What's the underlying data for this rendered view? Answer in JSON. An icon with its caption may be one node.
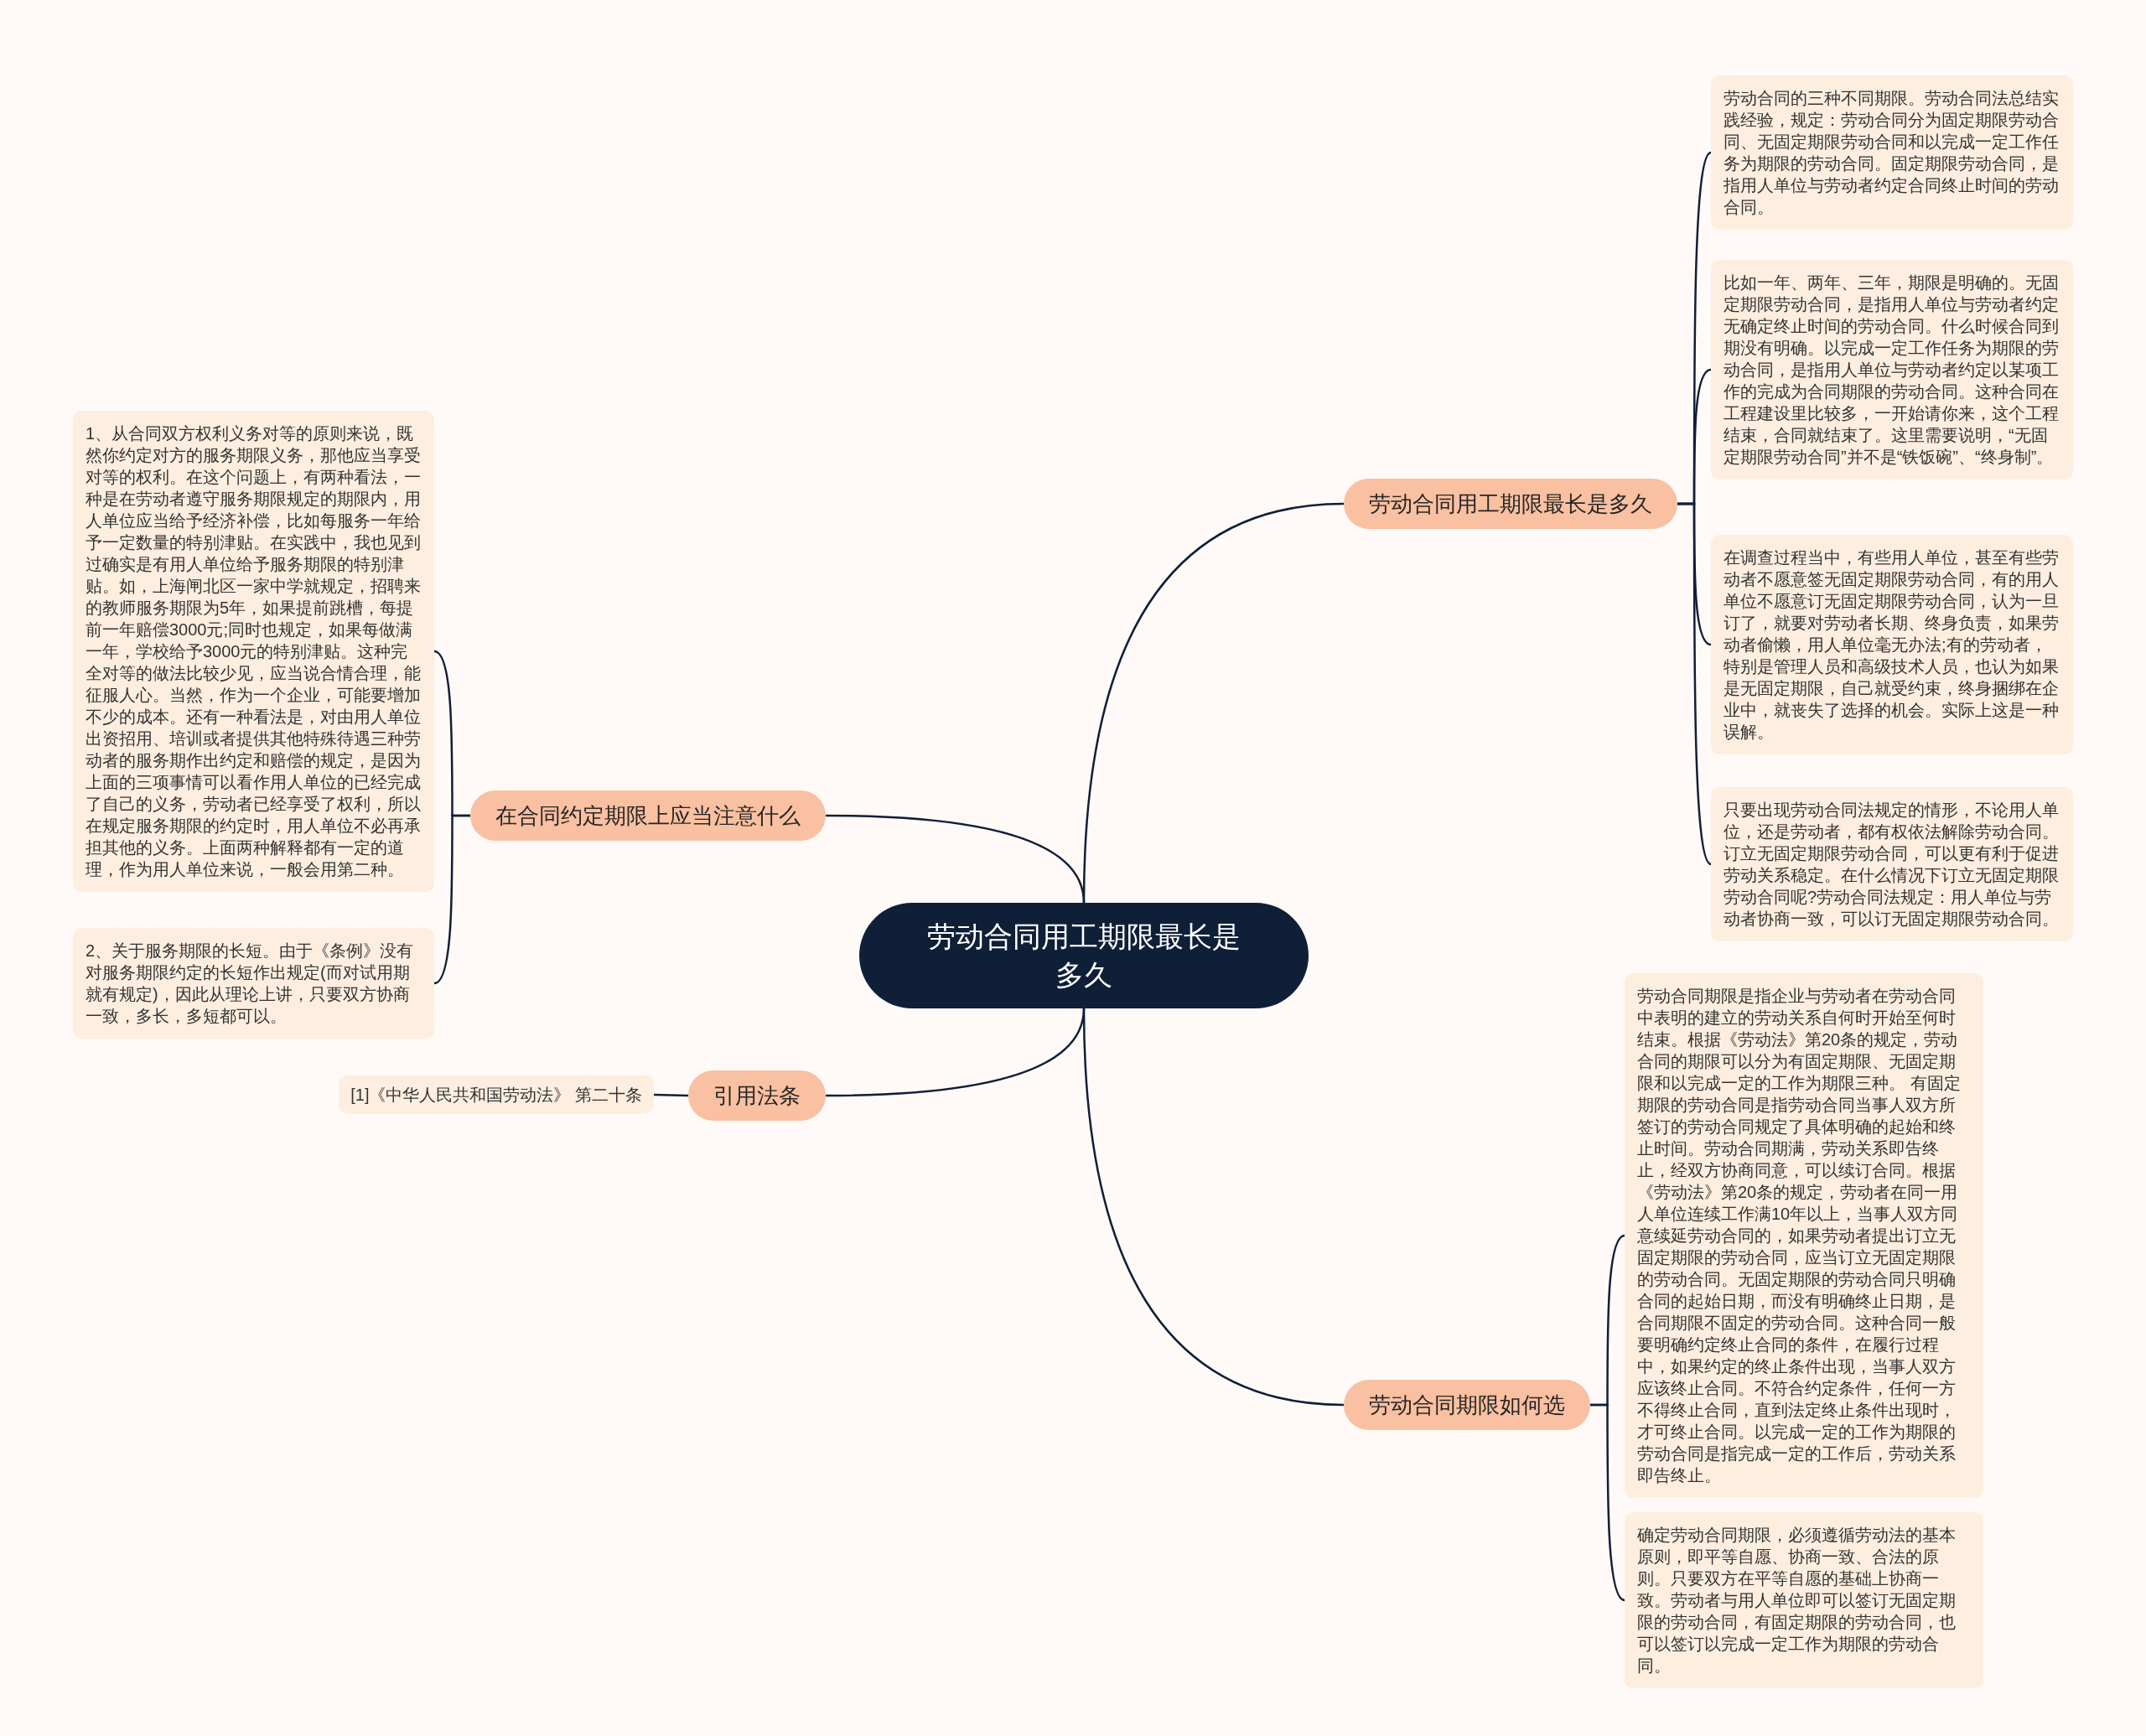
{
  "diagram": {
    "nodes": [
      {
        "text": [
          "劳动合同用工期限最长是多久"
        ]
      },
      {
        "text": [
          "劳动合同用工期限最长是多久"
        ]
      },
      {
        "text": [
          "劳动合同的三种不同期限。劳动合同法总结实践经验，规定：劳动合同分为固定期限劳动合同、无固定期限劳动合同和以完成一定工作任务为期限的劳动合同。固定期限劳动合同，是指用人单位与劳动者约定合同终止时间的劳动合同。"
        ]
      },
      {
        "text": [
          "比如一年、两年、三年，期限是明确的。无固定期限劳动合同，是指用人单位与劳动者约定无确定终止时间的劳动合同。什么时候合同到期没有明确。以完成一定工作任务为期限的劳动合同，是指用人单位与劳动者约定以某项工作的完成为合同期限的劳动合同。这种合同在工程建设里比较多，一开始请你来，这个工程结束，合同就结束了。这里需要说明，“无固定期限劳动合同”并不是“铁饭碗”、“终身制”。"
        ]
      },
      {
        "text": [
          "在调查过程当中，有些用人单位，甚至有些劳动者不愿意签无固定期限劳动合同，有的用人单位不愿意订无固定期限劳动合同，认为一旦订了，就要对劳动者长期、终身负责，如果劳动者偷懒，用人单位毫无办法;有的劳动者，特别是管理人员和高级技术人员，也认为如果是无固定期限，自己就受约束，终身捆绑在企业中，就丧失了选择的机会。实际上这是一种误解。"
        ]
      },
      {
        "text": [
          "只要出现劳动合同法规定的情形，不论用人单位，还是劳动者，都有权依法解除劳动合同。订立无固定期限劳动合同，可以更有利于促进劳动关系稳定。在什么情况下订立无固定期限劳动合同呢?劳动合同法规定：用人单位与劳动者协商一致，可以订无固定期限劳动合同。"
        ]
      },
      {
        "text": [
          "在合同约定期限上应当注意什么"
        ]
      },
      {
        "text": [
          "1、从合同双方权利义务对等的原则来说，既然你约定对方的服务期限义务，那他应当享受对等的权利。在这个问题上，有两种看法，一种是在劳动者遵守服务期限规定的期限内，用人单位应当给予经济补偿，比如每服务一年给予一定数量的特别津贴。在实践中，我也见到过确实是有用人单位给予服务期限的特别津贴。如，上海闸北区一家中学就规定，招聘来的教师服务期限为5年，如果提前跳槽，每提前一年赔偿3000元;同时也规定，如果每做满一年，学校给予3000元的特别津贴。这种完全对等的做法比较少见，应当说合情合理，能征服人心。当然，作为一个企业，可能要增加不少的成本。还有一种看法是，对由用人单位出资招用、培训或者提供其他特殊待遇三种劳动者的服务期作出约定和赔偿的规定，是因为上面的三项事情可以看作用人单位的已经完成了自己的义务，劳动者已经享受了权利，所以在规定服务期限的约定时，用人单位不必再承担其他的义务。上面两种解释都有一定的道理，作为用人单位来说，一般会用第二种。"
        ]
      },
      {
        "text": [
          "2、关于服务期限的长短。由于《条例》没有对服务期限约定的长短作出规定(而对试用期就有规定)，因此从理论上讲，只要双方协商一致，多长，多短都可以。"
        ]
      },
      {
        "text": [
          "引用法条"
        ]
      },
      {
        "text": [
          "[1]《中华人民共和国劳动法》 第二十条"
        ]
      },
      {
        "text": [
          "劳动合同期限如何选"
        ]
      },
      {
        "text": [
          "劳动合同期限是指企业与劳动者在劳动合同中表明的建立的劳动关系自何时开始至何时结束。根据《劳动法》第20条的规定，劳动合同的期限可以分为有固定期限、无固定期限和以完成一定的工作为期限三种。 有固定期限的劳动合同是指劳动合同当事人双方所签订的劳动合同规定了具体明确的起始和终止时间。劳动合同期满，劳动关系即告终止，经双方协商同意，可以续订合同。根据《劳动法》第20条的规定，劳动者在同一用人单位连续工作满10年以上，当事人双方同意续延劳动合同的，如果劳动者提出订立无固定期限的劳动合同，应当订立无固定期限的劳动合同。无固定期限的劳动合同只明确合同的起始日期，而没有明确终止日期，是合同期限不固定的劳动合同。这种合同一般要明确约定终止合同的条件，在履行过程中，如果约定的终止条件出现，当事人双方应该终止合同。不符合约定条件，任何一方不得终止合同，直到法定终止条件出现时，才可终止合同。以完成一定的工作为期限的劳动合同是指完成一定的工作后，劳动关系即告终止。"
        ]
      },
      {
        "text": [
          "确定劳动合同期限，必须遵循劳动法的基本原则，即平等自愿、协商一致、合法的原则。只要双方在平等自愿的基础上协商一致。劳动者与用人单位即可以签订无固定期限的劳动合同，有固定期限的劳动合同，也可以签订以完成一定工作为期限的劳动合同。"
        ]
      }
    ],
    "edges": [
      {
        "from": 0,
        "to": 1,
        "arrow": "none"
      },
      {
        "from": 1,
        "to": 2,
        "arrow": "none"
      },
      {
        "from": 1,
        "to": 3,
        "arrow": "none"
      },
      {
        "from": 1,
        "to": 4,
        "arrow": "none"
      },
      {
        "from": 1,
        "to": 5,
        "arrow": "none"
      },
      {
        "from": 0,
        "to": 6,
        "arrow": "none"
      },
      {
        "from": 6,
        "to": 7,
        "arrow": "none"
      },
      {
        "from": 6,
        "to": 8,
        "arrow": "none"
      },
      {
        "from": 0,
        "to": 9,
        "arrow": "none"
      },
      {
        "from": 9,
        "to": 10,
        "arrow": "none"
      },
      {
        "from": 0,
        "to": 11,
        "arrow": "none"
      },
      {
        "from": 11,
        "to": 12,
        "arrow": "none"
      },
      {
        "from": 11,
        "to": 13,
        "arrow": "none"
      }
    ]
  }
}
